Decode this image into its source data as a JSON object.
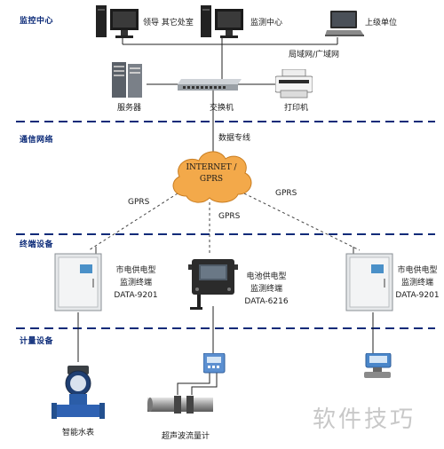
{
  "sections": {
    "monitor_center": "监控中心",
    "comm_network": "通信网络",
    "terminal_devices": "终端设备",
    "metering_devices": "计量设备"
  },
  "nodes": {
    "pc_leaders": "领导 其它处室",
    "pc_monitor": "监测中心",
    "laptop_superior": "上级单位",
    "lan_wan": "局域网/广域网",
    "server": "服务器",
    "switch": "交换机",
    "printer": "打印机",
    "dedicated_line": "数据专线",
    "cloud_line1": "INTERNET /",
    "cloud_line2": "GPRS",
    "gprs_left": "GPRS",
    "gprs_mid": "GPRS",
    "gprs_right": "GPRS"
  },
  "terminals": [
    {
      "line1": "市电供电型",
      "line2": "监测终端",
      "line3": "DATA-9201"
    },
    {
      "line1": "电池供电型",
      "line2": "监测终端",
      "line3": "DATA-6216"
    },
    {
      "line1": "市电供电型",
      "line2": "监测终端",
      "line3": "DATA-9201"
    }
  ],
  "meters": {
    "water_meter": "智能水表",
    "ultrasonic": "超声波流量计"
  },
  "watermark": "软件技巧",
  "colors": {
    "section_line": "#0b2a78",
    "section_text": "#0b2a78",
    "wire": "#222222",
    "cloud_fill": "#f3a94a"
  }
}
